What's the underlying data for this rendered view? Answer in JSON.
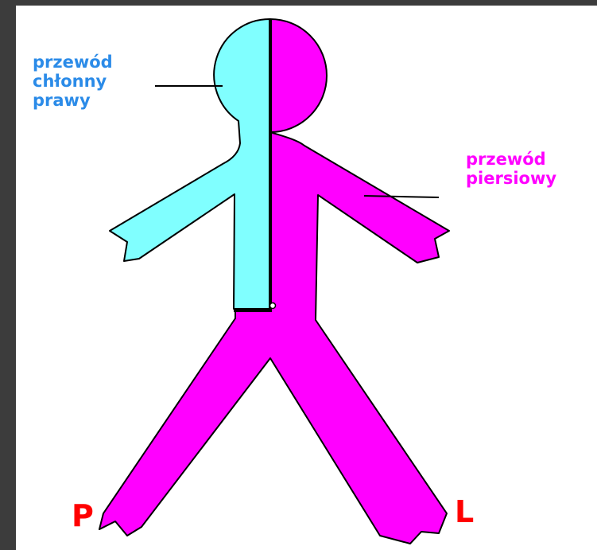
{
  "labels": {
    "right_lymphatic_duct": [
      "przewód",
      "chłonny",
      "prawy"
    ],
    "thoracic_duct": [
      "przewód",
      "piersiowy"
    ],
    "right_side": "P",
    "left_side": "L"
  },
  "colors": {
    "background_frame": "#3c3c3c",
    "panel": "#ffffff",
    "right_duct_region": "#80ffff",
    "thoracic_duct_region": "#ff00ff",
    "right_duct_text": "#2b8be8",
    "thoracic_duct_text": "#ff00ff",
    "side_letter": "#ff0000",
    "outline": "#000000"
  }
}
